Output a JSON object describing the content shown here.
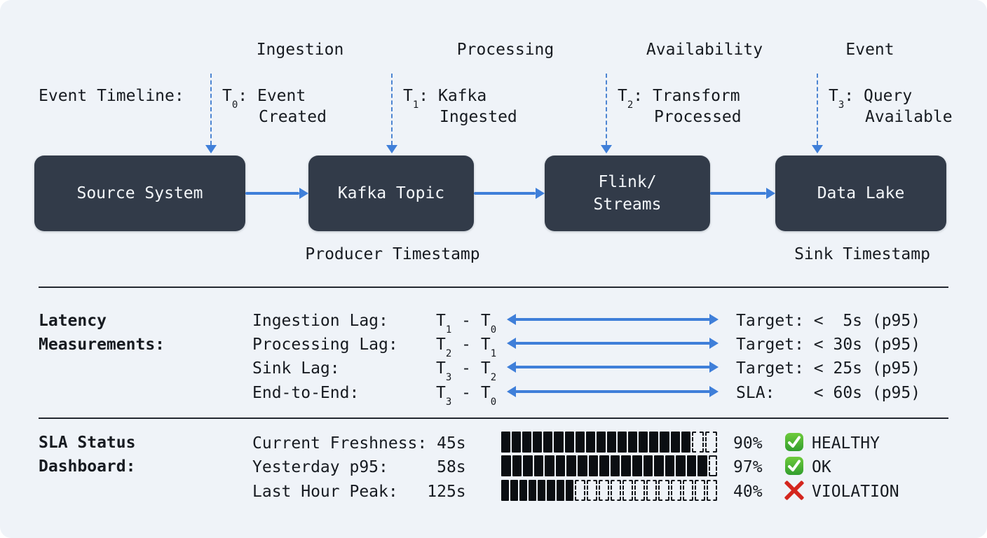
{
  "colors": {
    "background": "#eff3f8",
    "accent_blue": "#3f7fd9",
    "node_fill": "#323b49",
    "node_text": "#f4f7fa",
    "text": "#171b21",
    "bar_fill": "#0b0e12",
    "healthy_green": "#43ad35",
    "violation_red": "#d42f26"
  },
  "timeline": {
    "label": "Event Timeline:",
    "phases": [
      "Ingestion",
      "Processing",
      "Availability",
      "Event"
    ],
    "events": [
      {
        "t": "T",
        "sub": "0",
        "rest": ": Event",
        "line2": "Created"
      },
      {
        "t": "T",
        "sub": "1",
        "rest": ": Kafka",
        "line2": "Ingested"
      },
      {
        "t": "T",
        "sub": "2",
        "rest": ": Transform",
        "line2": "Processed"
      },
      {
        "t": "T",
        "sub": "3",
        "rest": ": Query",
        "line2": "Available"
      }
    ]
  },
  "pipeline": {
    "nodes": [
      {
        "line1": "Source System",
        "line2": ""
      },
      {
        "line1": "Kafka Topic",
        "line2": ""
      },
      {
        "line1": "Flink/",
        "line2": "Streams"
      },
      {
        "line1": "Data Lake",
        "line2": ""
      }
    ],
    "producer_note": "Producer Timestamp",
    "sink_note": "Sink Timestamp"
  },
  "latency": {
    "label_line1": "Latency",
    "label_line2": "Measurements:",
    "rows": [
      {
        "name": "Ingestion Lag:",
        "t_left": "T",
        "sub_left": "1",
        "sep": " - ",
        "t_right": "T",
        "sub_right": "0",
        "target": "Target: <  5s (p95)"
      },
      {
        "name": "Processing Lag:",
        "t_left": "T",
        "sub_left": "2",
        "sep": " - ",
        "t_right": "T",
        "sub_right": "1",
        "target": "Target: < 30s (p95)"
      },
      {
        "name": "Sink Lag:",
        "t_left": "T",
        "sub_left": "3",
        "sep": " - ",
        "t_right": "T",
        "sub_right": "2",
        "target": "Target: < 25s (p95)"
      },
      {
        "name": "End-to-End:",
        "t_left": "T",
        "sub_left": "3",
        "sep": " - ",
        "t_right": "T",
        "sub_right": "0",
        "target": "SLA:    < 60s (p95)"
      }
    ]
  },
  "sla": {
    "label_line1": "SLA Status",
    "label_line2": "Dashboard:",
    "rows": [
      {
        "metric": "Current Freshness: 45s",
        "percent": "90%",
        "status": "HEALTHY",
        "icon": "check",
        "bar": {
          "filled": 18,
          "total": 20
        }
      },
      {
        "metric": "Yesterday p95:     58s",
        "percent": "97%",
        "status": "OK",
        "icon": "check",
        "bar": {
          "filled": 19,
          "total": 20,
          "narrow_last": true
        }
      },
      {
        "metric": "Last Hour Peak:   125s",
        "percent": "40%",
        "status": "VIOLATION",
        "icon": "cross",
        "bar": {
          "filled": 8,
          "total": 20
        }
      }
    ]
  }
}
